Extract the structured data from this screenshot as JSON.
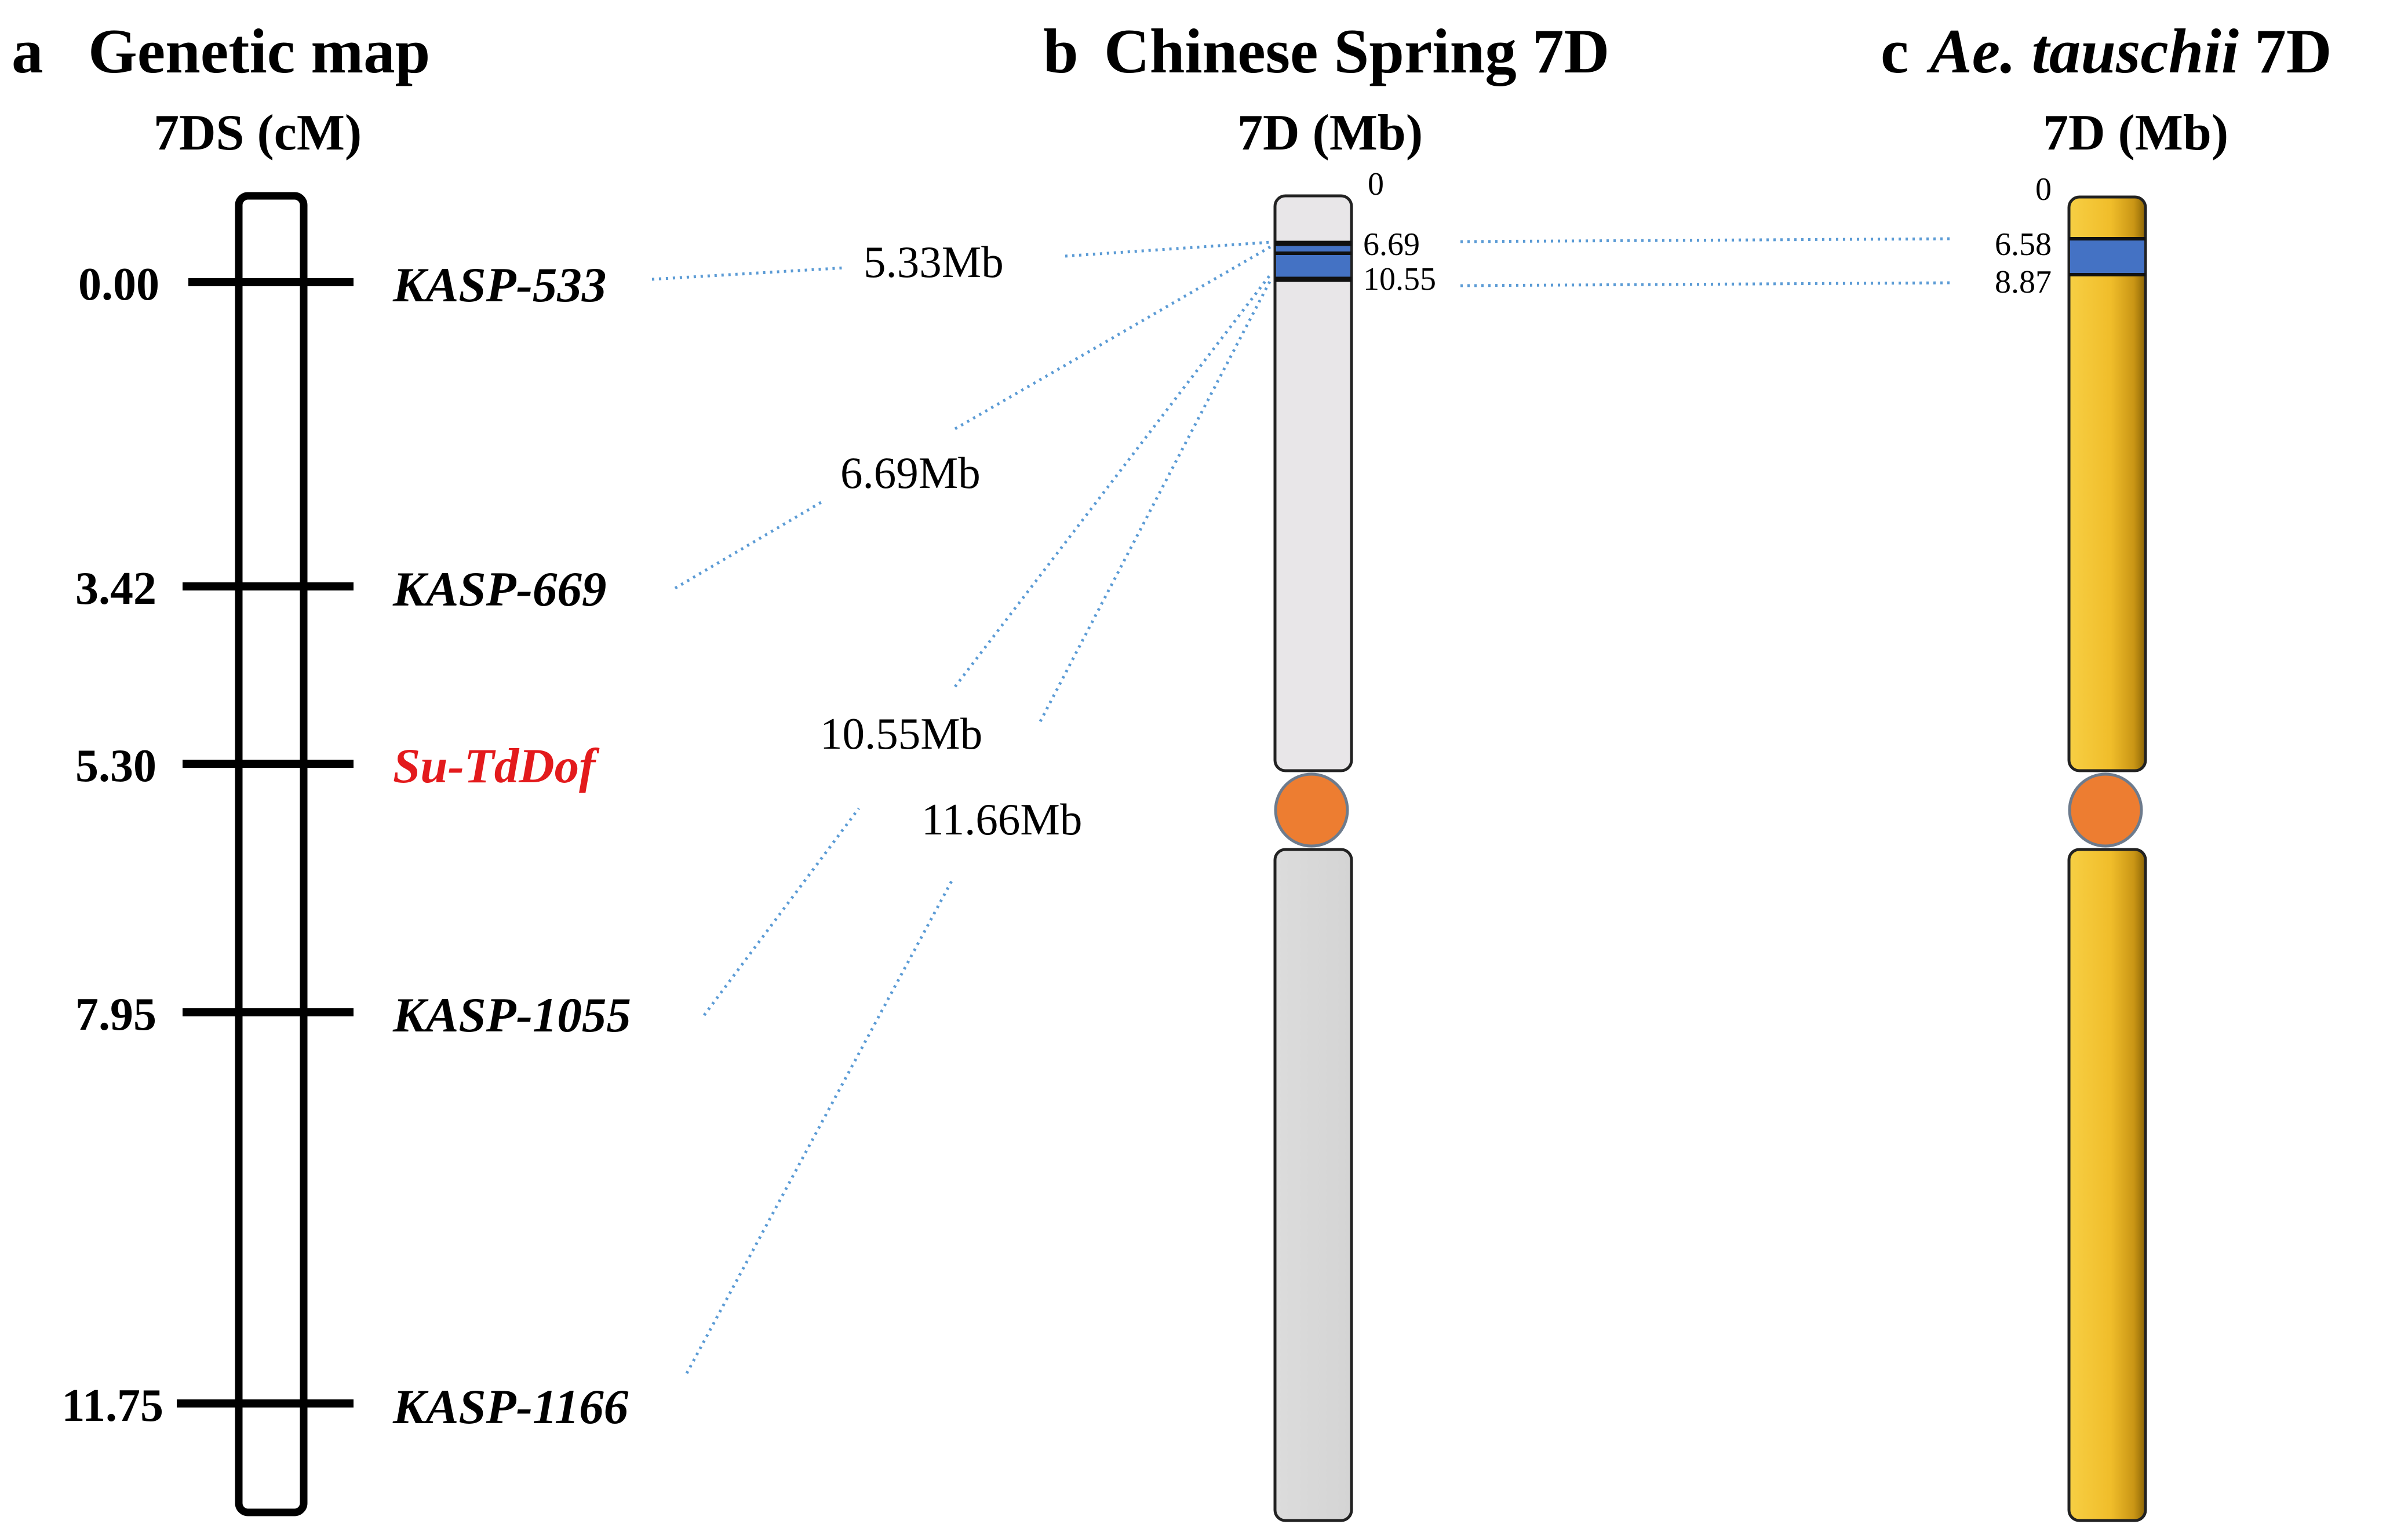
{
  "panels": {
    "a": {
      "letter": "a",
      "title": "Genetic map",
      "subtitle": "7DS (cM)",
      "markers": [
        {
          "pos": "0.00",
          "name": "KASP-533"
        },
        {
          "pos": "3.42",
          "name": "KASP-669"
        },
        {
          "pos": "5.30",
          "name": "Su-TdDof"
        },
        {
          "pos": "7.95",
          "name": "KASP-1055"
        },
        {
          "pos": "11.75",
          "name": "KASP-1166"
        }
      ]
    },
    "b": {
      "letter": "b",
      "title": "Chinese Spring 7D",
      "subtitle": "7D (Mb)",
      "ticks": [
        "0",
        "6.69",
        "10.55"
      ]
    },
    "c": {
      "letter": "c",
      "title_italic": "Ae. tauschii",
      "title_rest": " 7D",
      "subtitle": "7D (Mb)",
      "ticks": [
        "0",
        "6.58",
        "8.87"
      ]
    }
  },
  "links": {
    "labels": [
      "5.33Mb",
      "6.69Mb",
      "10.55Mb",
      "11.66Mb"
    ]
  },
  "colors": {
    "highlight_marker": "#e31a1c",
    "link": "#5b9bd5",
    "interval_band": "#4472c4",
    "centromere": "#ed7d31",
    "cs_chromosome": "#e8e6e8",
    "tauschii_chromosome": "#f4c22f"
  }
}
